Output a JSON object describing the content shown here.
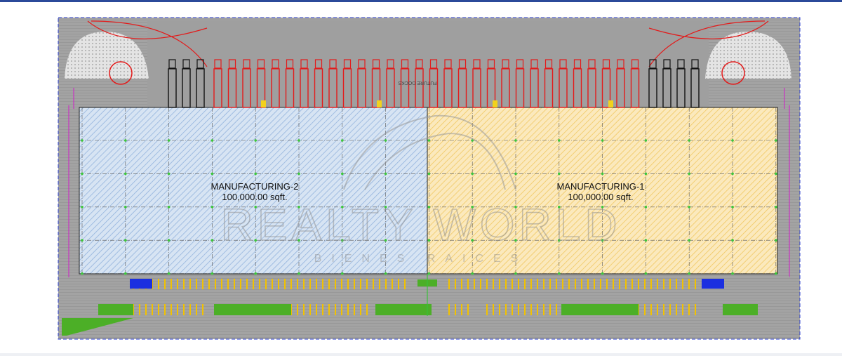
{
  "plan": {
    "zones": [
      {
        "name": "MANUFACTURING-2",
        "area": "100,000.00 sqft.",
        "color": "#cfe0f3"
      },
      {
        "name": "MANUFACTURING-1",
        "area": "100,000.00 sqft.",
        "color": "#fbe6b0"
      }
    ],
    "future_docks_label": "FUTURE DOCKS",
    "watermark": {
      "brand": "REALTY WORLD",
      "sub": "BIENES RAICES"
    },
    "colors": {
      "docks": "#e31b1b",
      "paving": "#9a9a9a",
      "landscape": "#4caf27",
      "parking_stalls": "#f2c200",
      "boundary": "#2b3fd0"
    }
  }
}
